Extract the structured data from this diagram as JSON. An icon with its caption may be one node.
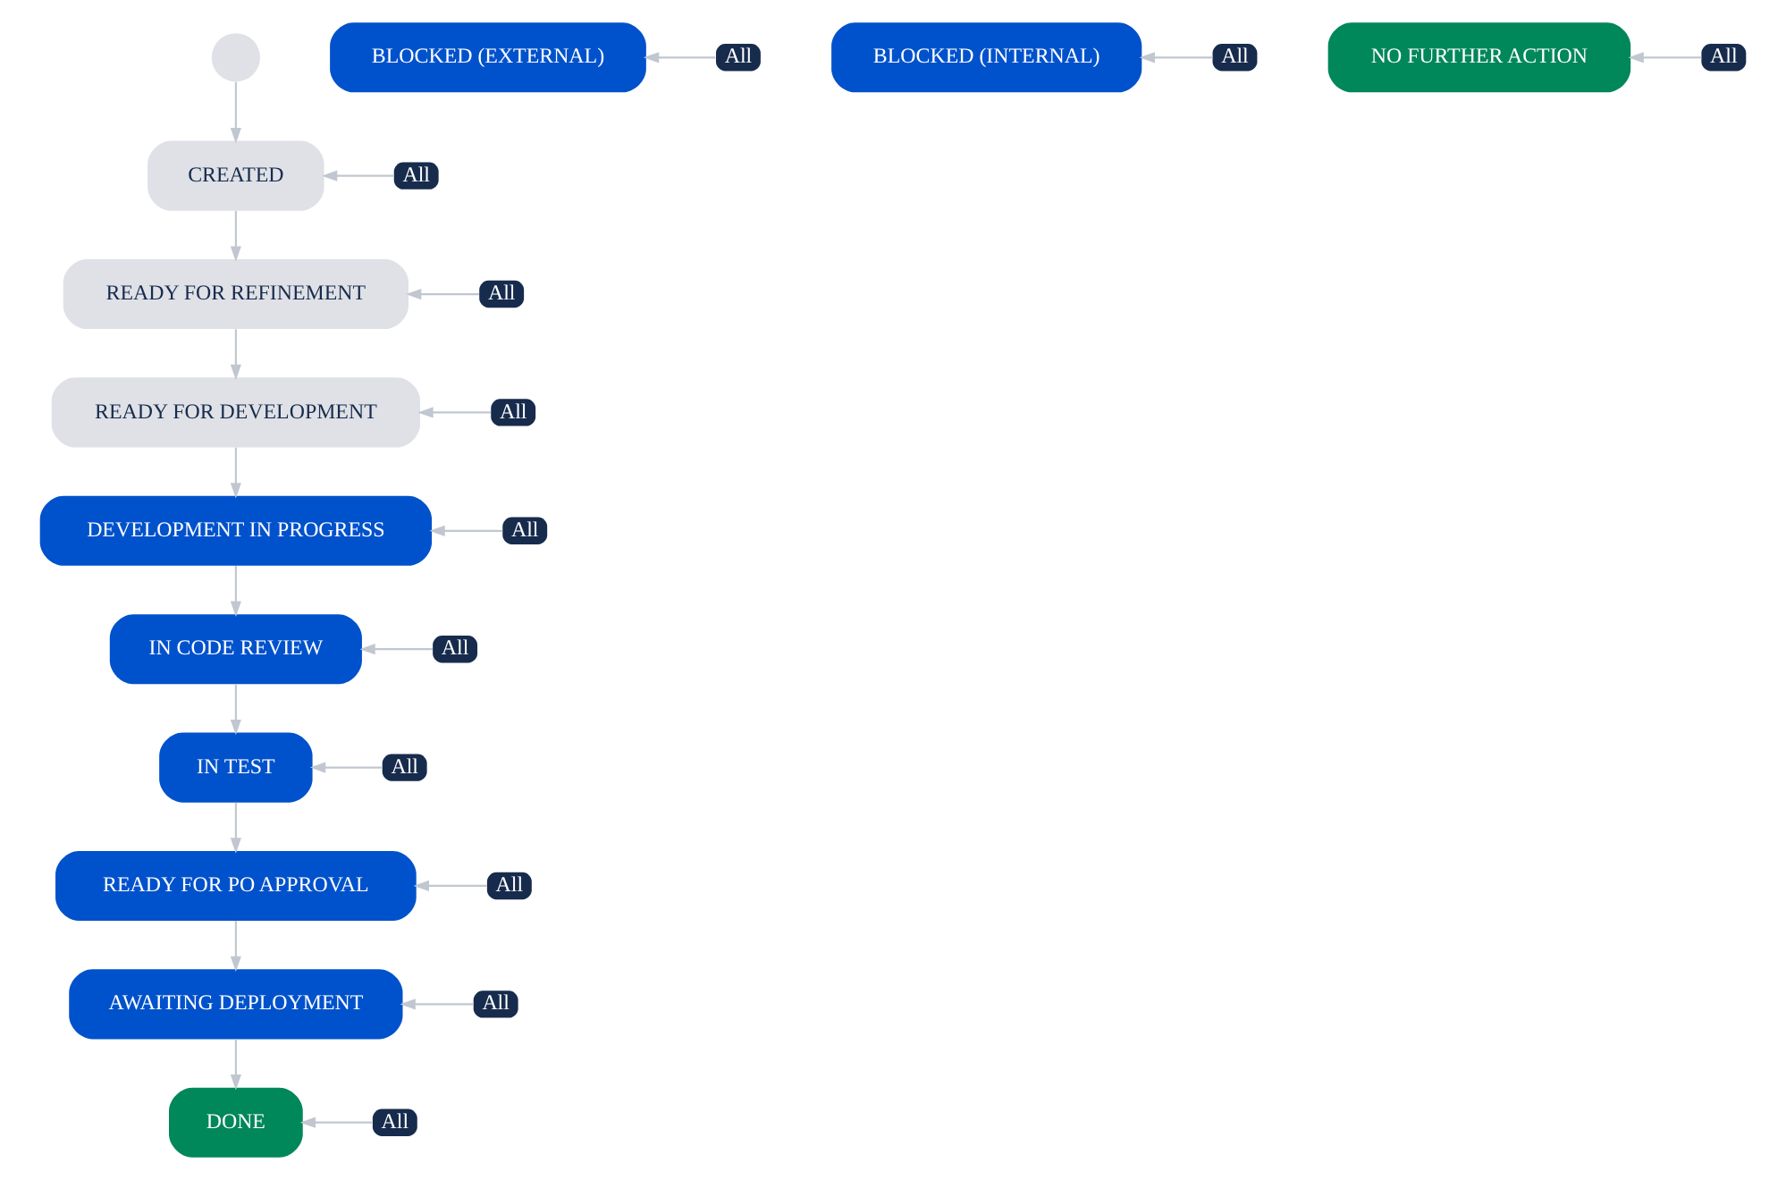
{
  "diagram": {
    "nodes": [
      {
        "text": [],
        "shape": "circle"
      },
      {
        "text": [
          "CREATED"
        ]
      },
      {
        "text": [
          "All"
        ]
      },
      {
        "text": [
          "READY FOR REFINEMENT"
        ]
      },
      {
        "text": [
          "All"
        ]
      },
      {
        "text": [
          "READY FOR DEVELOPMENT"
        ]
      },
      {
        "text": [
          "All"
        ]
      },
      {
        "text": [
          "BLOCKED (EXTERNAL)"
        ]
      },
      {
        "text": [
          "All"
        ]
      },
      {
        "text": [
          "BLOCKED (INTERNAL)"
        ]
      },
      {
        "text": [
          "All"
        ]
      },
      {
        "text": [
          "DEVELOPMENT IN PROGRESS"
        ]
      },
      {
        "text": [
          "All"
        ]
      },
      {
        "text": [
          "IN CODE REVIEW"
        ]
      },
      {
        "text": [
          "All"
        ]
      },
      {
        "text": [
          "IN TEST"
        ]
      },
      {
        "text": [
          "All"
        ]
      },
      {
        "text": [
          "READY FOR PO APPROVAL"
        ]
      },
      {
        "text": [
          "All"
        ]
      },
      {
        "text": [
          "AWAITING DEPLOYMENT"
        ]
      },
      {
        "text": [
          "All"
        ]
      },
      {
        "text": [
          "DONE"
        ]
      },
      {
        "text": [
          "All"
        ]
      },
      {
        "text": [
          "NO FURTHER ACTION"
        ]
      },
      {
        "text": [
          "All"
        ]
      }
    ],
    "edges": [
      {
        "from": 0,
        "to": 1,
        "arrow": "to"
      },
      {
        "from": 2,
        "to": 1,
        "arrow": "to"
      },
      {
        "from": 1,
        "to": 3,
        "arrow": "to"
      },
      {
        "from": 4,
        "to": 3,
        "arrow": "to"
      },
      {
        "from": 3,
        "to": 5,
        "arrow": "to"
      },
      {
        "from": 6,
        "to": 5,
        "arrow": "to"
      },
      {
        "from": 8,
        "to": 7,
        "arrow": "to"
      },
      {
        "from": 10,
        "to": 9,
        "arrow": "to"
      },
      {
        "from": 5,
        "to": 11,
        "arrow": "to"
      },
      {
        "from": 12,
        "to": 11,
        "arrow": "to"
      },
      {
        "from": 11,
        "to": 13,
        "arrow": "to"
      },
      {
        "from": 14,
        "to": 13,
        "arrow": "to"
      },
      {
        "from": 13,
        "to": 15,
        "arrow": "to"
      },
      {
        "from": 16,
        "to": 15,
        "arrow": "to"
      },
      {
        "from": 15,
        "to": 17,
        "arrow": "to"
      },
      {
        "from": 18,
        "to": 17,
        "arrow": "to"
      },
      {
        "from": 17,
        "to": 19,
        "arrow": "to"
      },
      {
        "from": 20,
        "to": 19,
        "arrow": "to"
      },
      {
        "from": 19,
        "to": 21,
        "arrow": "to"
      },
      {
        "from": 22,
        "to": 21,
        "arrow": "to"
      },
      {
        "from": 24,
        "to": 23,
        "arrow": "to"
      }
    ]
  }
}
